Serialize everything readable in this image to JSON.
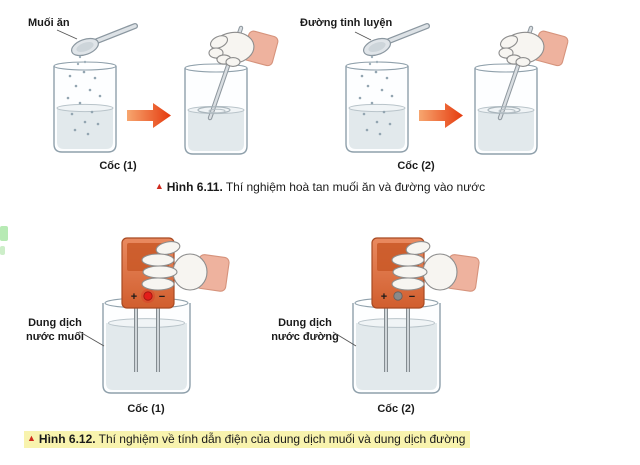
{
  "figure1": {
    "salt_label": "Muối ăn",
    "sugar_label": "Đường tinh luyện",
    "cup1_label": "Cốc (1)",
    "cup2_label": "Cốc (2)",
    "caption": {
      "marker": "▲",
      "title": "Hình 6.11.",
      "text": "Thí nghiệm hoà tan muối ăn và đường vào nước"
    }
  },
  "figure2": {
    "salt_solution_label": {
      "line1": "Dung dịch",
      "line2": "nước muối"
    },
    "sugar_solution_label": {
      "line1": "Dung dịch",
      "line2": "nước đường"
    },
    "cup1_label": "Cốc (1)",
    "cup2_label": "Cốc (2)",
    "tester_left": {
      "plus": "+",
      "minus": "−",
      "led_state": "on"
    },
    "tester_right": {
      "plus": "+",
      "minus": "−",
      "led_state": "off"
    },
    "caption": {
      "marker": "▲",
      "title": "Hình 6.12.",
      "text": "Thí nghiệm về tính dẫn điện của dung dịch muối và dung dịch đường"
    }
  },
  "colors": {
    "arrow_gradient_start": "#f7a66f",
    "arrow_gradient_end": "#e53a0e",
    "device_orange": "#dd7046",
    "led_on": "#e31d1a",
    "led_off": "#8a8a8a",
    "glove_white": "#f7f5f1",
    "cuff_pink": "#eeb29e",
    "liquid": "#e2e9ec",
    "caption_highlight": "#f8f3ae",
    "caption_marker_red": "#cf2a1d"
  }
}
